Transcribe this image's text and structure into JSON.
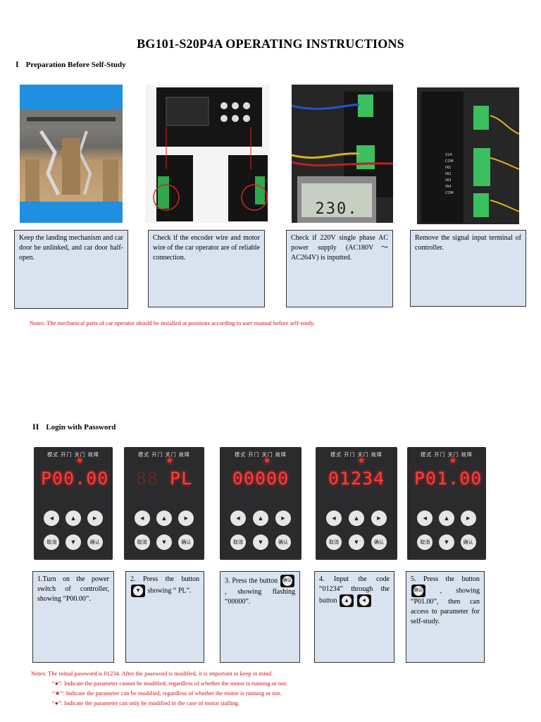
{
  "title": "BG101-S20P4A OPERATING INSTRUCTIONS",
  "section1": {
    "number": "I",
    "heading": "Preparation Before Self-Study",
    "boxes": [
      "Keep the landing mechanism and car door be unlinked, and car door half-open.",
      "Check if the encoder wire and motor wire of the car operator are of reliable connection.",
      "Check if 220V single phase AC power supply (AC180V～AC264V) is inputted.",
      "Remove the signal input terminal of controller."
    ],
    "note": "Notes: The mechanical parts of car operator should be installed at positions according to user manual before self-study.",
    "meter_reading": "230.",
    "terminal_labels": [
      "V24",
      "COM",
      "IN1",
      "IN2",
      "IN3",
      "IN4",
      "COM"
    ]
  },
  "section2": {
    "number": "II",
    "heading": "Login with Password",
    "panel_labels": "模式  开门  关门  故障",
    "key_cancel": "取消",
    "key_confirm": "确认",
    "panels": [
      {
        "display": "P00.00"
      },
      {
        "display_dim": "88",
        "display": "PL"
      },
      {
        "display": "00000"
      },
      {
        "display": "01234"
      },
      {
        "display": "P01.00"
      }
    ],
    "steps": {
      "s1": "1.Turn on the power switch of controller, showing “P00.00”.",
      "s2_a": "2. Press the button",
      "s2_b": "showing “ PL”.",
      "s3_a": "3. Press the button",
      "s3_b": ", showing flashing “00000”.",
      "s4_a": "4. Input the code “01234” through the button",
      "s5_a": "5. Press the button",
      "s5_b": ", showing “P01.00”, then can access to parameter for self-study."
    },
    "notes": [
      "Notes: The initial password is 01234. After the password is modified, it is important to keep in mind.",
      "“●”: Indicate the parameter cannot be modified, regardless of whether the motor is running or not.",
      "“★”: Indicate the parameter can be modified, regardless of whether the motor is running or not.",
      "“●”: Indicate the parameter can only be modified in the case of motor stalling."
    ]
  }
}
